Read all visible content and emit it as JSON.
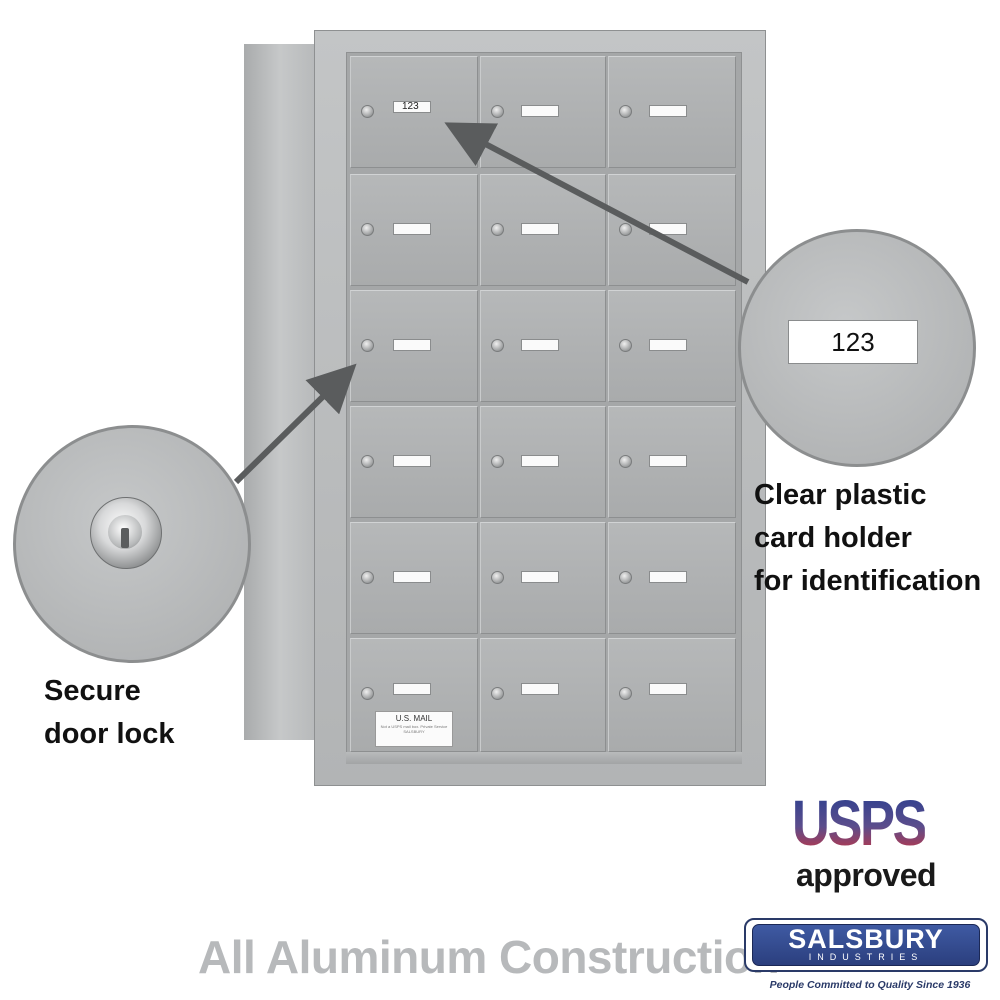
{
  "cabinet": {
    "door_card_number": "123",
    "usmail_label": {
      "title": "U.S. MAIL",
      "fine_print_1": "Not a USPS mail box. Private Service",
      "brand": "SALSBURY"
    }
  },
  "callouts": {
    "card_zoom_number": "123",
    "card_holder_text": [
      "Clear plastic",
      "card holder",
      "for identification"
    ],
    "door_lock_text": [
      "Secure",
      "door lock"
    ]
  },
  "footer": {
    "construction_text": "All Aluminum Construction"
  },
  "usps": {
    "logo_text": "USPS",
    "approved_text": "approved"
  },
  "salsbury": {
    "name": "SALSBURY",
    "subtitle": "INDUSTRIES",
    "tagline": "People Committed to Quality Since 1936"
  },
  "colors": {
    "aluminum": "#b2b4b5",
    "usps_blue": "#2a3f8f",
    "usps_red": "#c8333f",
    "salsbury_blue": "#2b3f7e",
    "footer_gray": "#b7b9bb"
  }
}
